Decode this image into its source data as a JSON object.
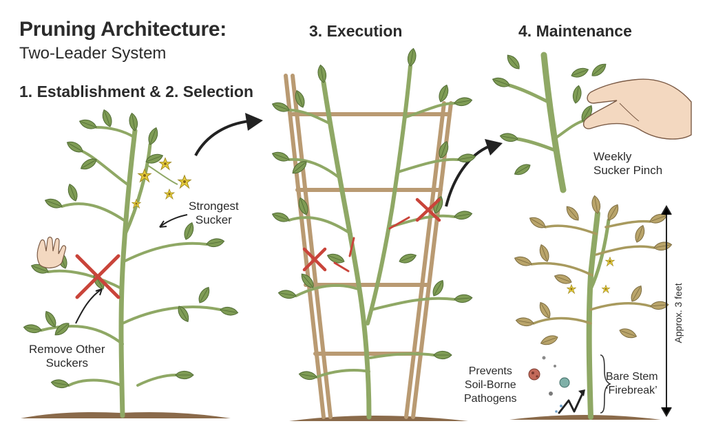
{
  "title": "Pruning Architecture:",
  "subtitle": "Two-Leader System",
  "steps": {
    "establishment_selection": "1. Establishment & 2. Selection",
    "execution": "3. Execution",
    "maintenance": "4. Maintenance"
  },
  "labels": {
    "strongest_sucker": [
      "Strongest",
      "Sucker"
    ],
    "remove_other_suckers": [
      "Remove Other",
      "Suckers"
    ],
    "weekly_sucker_pinch": [
      "Weekly",
      "Sucker Pinch"
    ],
    "prevents_pathogens": [
      "Prevents",
      "Soil-Borne",
      "Pathogens"
    ],
    "bare_stem": [
      "Bare Stem",
      "‘Firebreak’"
    ],
    "height": "Approx. 3 feet"
  },
  "icons": [
    "hand-icon",
    "x-mark-icon",
    "arrow-icon",
    "pathogen-icon",
    "flower-icon"
  ],
  "colors": {
    "stem": "#8fa865",
    "leaf": "#7f9c55",
    "leaf_dark": "#5e7a3c",
    "dry_leaf": "#b9a46a",
    "flower": "#e6cc3a",
    "x_mark": "#c9443a",
    "soil": "#8a6a4a",
    "stake": "#b99a72",
    "text": "#2b2b2b"
  }
}
